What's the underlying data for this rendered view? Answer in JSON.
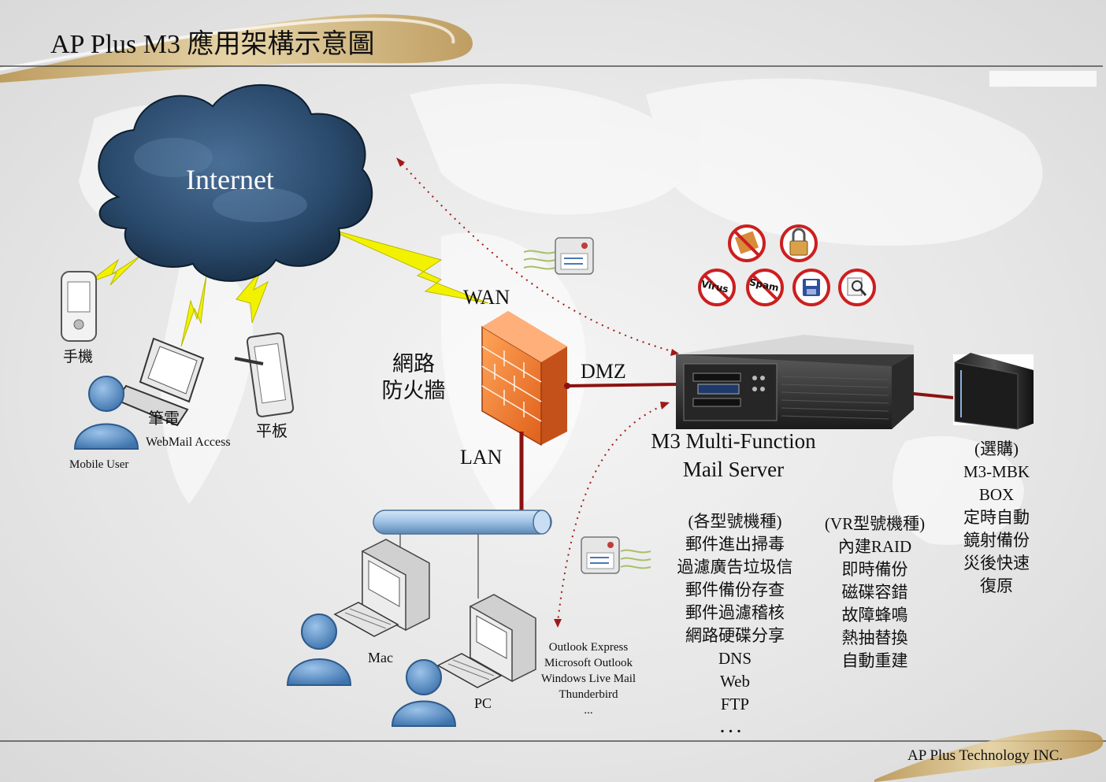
{
  "header": {
    "title": "AP Plus M3 應用架構示意圖"
  },
  "footer": {
    "company": "AP Plus Technology INC."
  },
  "internet": {
    "label": "Internet"
  },
  "mobile": {
    "phone_label": "手機",
    "laptop_label": "筆電",
    "tablet_label": "平板",
    "webmail_label": "WebMail Access",
    "user_label": "Mobile User"
  },
  "firewall": {
    "label_line1": "網路",
    "label_line2": "防火牆",
    "wan_label": "WAN",
    "dmz_label": "DMZ",
    "lan_label": "LAN"
  },
  "server": {
    "name_line1": "M3 Multi-Function",
    "name_line2": "Mail Server"
  },
  "security_icons": [
    {
      "name": "no-phishing-icon",
      "text": ""
    },
    {
      "name": "lock-icon",
      "text": ""
    },
    {
      "name": "no-virus-icon",
      "text": "Virus"
    },
    {
      "name": "no-spam-icon",
      "text": "Spam"
    },
    {
      "name": "save-disk-icon",
      "text": ""
    },
    {
      "name": "search-inspect-icon",
      "text": ""
    }
  ],
  "features": {
    "standard": [
      "(各型號機種)",
      "郵件進出掃毒",
      "過濾廣告垃圾信",
      "郵件備份存查",
      "郵件過濾稽核",
      "網路硬碟分享",
      "DNS",
      "Web",
      "FTP",
      "．．．"
    ],
    "vr": [
      "(VR型號機種)",
      "內建RAID",
      "即時備份",
      "磁碟容錯",
      "故障蜂鳴",
      "熱抽替換",
      "自動重建"
    ]
  },
  "backup_box": {
    "lines": [
      "(選購)",
      "M3-MBK",
      "BOX",
      "定時自動",
      "鏡射備份",
      "災後快速",
      "復原"
    ]
  },
  "lan_clients": {
    "mac_label": "Mac",
    "pc_label": "PC",
    "mail_clients": [
      "Outlook Express",
      "Microsoft Outlook",
      "Windows Live Mail",
      "Thunderbird",
      "..."
    ]
  },
  "colors": {
    "cloud_dark": "#1b3550",
    "cloud_light": "#4a6f96",
    "firewall": "#f07a2a",
    "link_red": "#8b1212",
    "lan_bus": "#9cc0e4",
    "lightning": "#f2f200",
    "user_blue": "#5d8fc6",
    "gold": "#c9a24d"
  }
}
